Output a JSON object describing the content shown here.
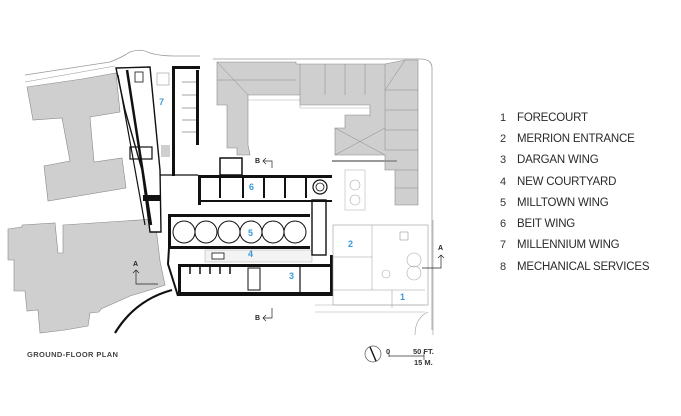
{
  "title": "GROUND-FLOOR PLAN",
  "legend": [
    {
      "num": "1",
      "label": "FORECOURT"
    },
    {
      "num": "2",
      "label": "MERRION ENTRANCE"
    },
    {
      "num": "3",
      "label": "DARGAN WING"
    },
    {
      "num": "4",
      "label": "NEW COURTYARD"
    },
    {
      "num": "5",
      "label": "MILLTOWN WING"
    },
    {
      "num": "6",
      "label": "BEIT WING"
    },
    {
      "num": "7",
      "label": "MILLENNIUM WING"
    },
    {
      "num": "8",
      "label": "MECHANICAL SERVICES"
    }
  ],
  "plan_labels": {
    "l1": "1",
    "l2": "2",
    "l3": "3",
    "l4": "4",
    "l5": "5",
    "l6": "6",
    "l7": "7"
  },
  "section_markers": {
    "a_left": "A",
    "a_right": "A",
    "b_top": "B",
    "b_bottom": "B"
  },
  "scale": {
    "zero": "0",
    "feet": "50 FT.",
    "meters": "15 M."
  },
  "colors": {
    "label_blue": "#3a9ad9",
    "existing_gray": "#cfcfcf",
    "wall_black": "#111111"
  }
}
